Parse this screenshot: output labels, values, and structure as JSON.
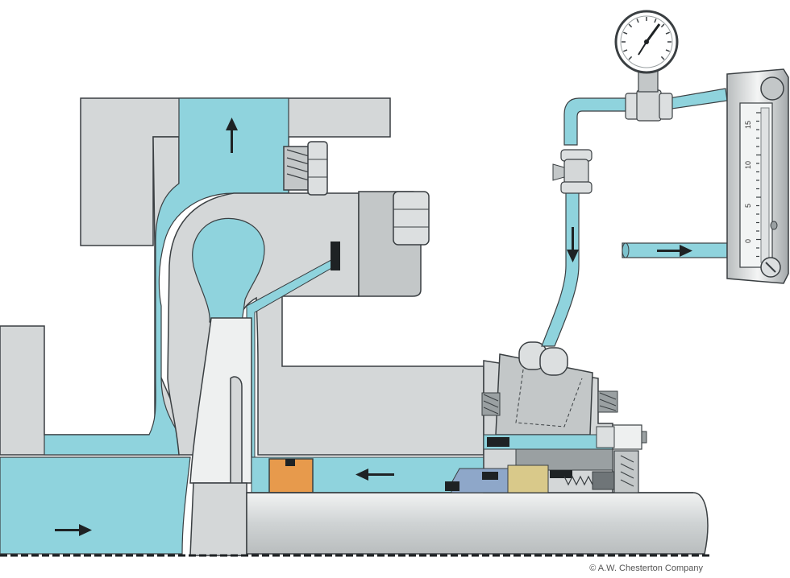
{
  "credit": "© A.W. Chesterton Company",
  "flowmeter": {
    "scale_marks": [
      "15",
      "10",
      "5",
      "0"
    ]
  },
  "colors": {
    "fluid": "#8fd3dd",
    "metal": "#d4d7d8",
    "metal_dark": "#a9aeb0",
    "outline": "#3a3f42",
    "bushing": "#e79a4c"
  }
}
